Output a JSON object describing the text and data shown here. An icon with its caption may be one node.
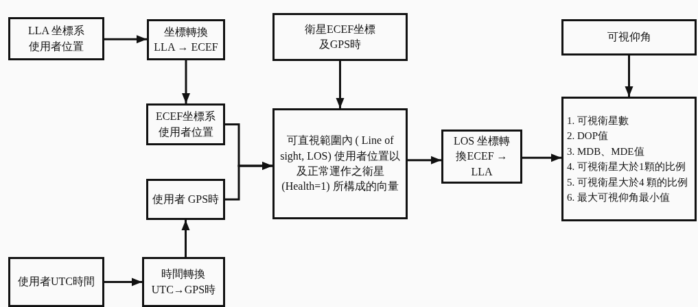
{
  "diagram": {
    "nodes": [
      {
        "text": [
          "LLA 坐標系使用者位置"
        ]
      },
      {
        "text": [
          "坐標轉換LLA → ECEF"
        ]
      },
      {
        "text": [
          "ECEF坐標系使用者位置"
        ]
      },
      {
        "text": [
          "使用者 GPS時"
        ]
      },
      {
        "text": [
          "使用者UTC時間"
        ]
      },
      {
        "text": [
          "時間轉換UTC→GPS時"
        ]
      },
      {
        "text": [
          "衛星ECEF坐標及GPS時"
        ]
      },
      {
        "text": [
          "可直視範圍內 ( Line of sight, LOS) 使用者位置以及正常運作之衛星 (Health=1) 所構成的向量"
        ]
      },
      {
        "text": [
          "LOS 坐標轉換ECEF → LLA"
        ]
      },
      {
        "text": [
          "可視仰角"
        ]
      },
      {
        "text": [
          "1. 可視衛星數",
          "2. DOP值",
          "3. MDB、MDE值",
          "4. 可視衛星大於1顆的比例",
          "5. 可視衛星大於4 顆的比例",
          "6. 最大可視仰角最小值"
        ]
      }
    ],
    "edges": [
      {
        "from": 0,
        "to": 1,
        "arrow": "to"
      },
      {
        "from": 1,
        "to": 2,
        "arrow": "to"
      },
      {
        "from": 4,
        "to": 5,
        "arrow": "to"
      },
      {
        "from": 5,
        "to": 3,
        "arrow": "to"
      },
      {
        "from": 2,
        "to": 7,
        "arrow": "to"
      },
      {
        "from": 3,
        "to": 7,
        "arrow": "to"
      },
      {
        "from": 6,
        "to": 7,
        "arrow": "to"
      },
      {
        "from": 7,
        "to": 8,
        "arrow": "to"
      },
      {
        "from": 8,
        "to": 10,
        "arrow": "to"
      },
      {
        "from": 9,
        "to": 10,
        "arrow": "to"
      }
    ]
  }
}
